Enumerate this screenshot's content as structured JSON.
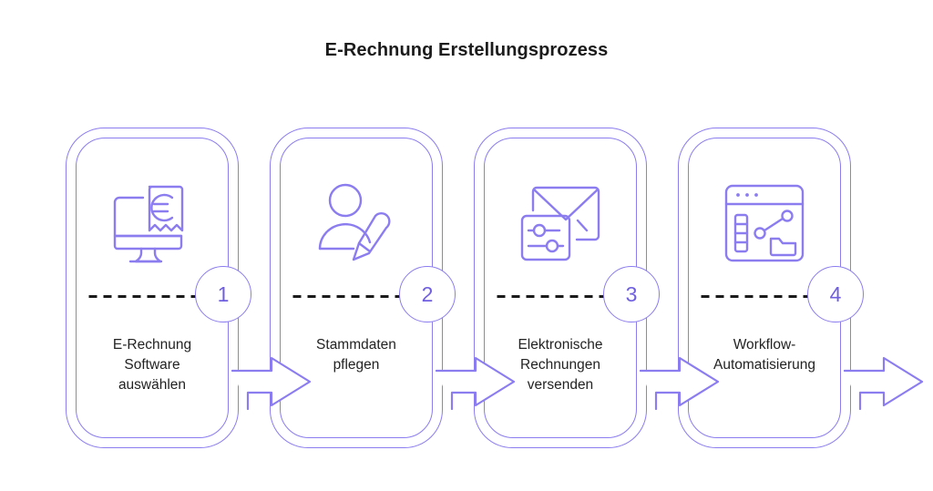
{
  "page": {
    "title": "E-Rechnung Erstellungsprozess",
    "background_color": "#ffffff",
    "accent_color": "#8b7cf0",
    "badge_text_color": "#6f5fe0",
    "label_text_color": "#232323",
    "divider_color": "#1b1b1b"
  },
  "steps": [
    {
      "number": "1",
      "label": "E-Rechnung\nSoftware\nauswählen",
      "icon": "monitor-euro-invoice-icon"
    },
    {
      "number": "2",
      "label": "Stammdaten\npflegen",
      "icon": "user-edit-pencil-icon"
    },
    {
      "number": "3",
      "label": "Elektronische\nRechnungen\nversenden",
      "icon": "envelope-settings-icon"
    },
    {
      "number": "4",
      "label": "Workflow-\nAutomatisierung",
      "icon": "browser-analytics-folder-icon"
    }
  ],
  "connectors": [
    {
      "name": "arrow-step-1-to-2",
      "direction": "right"
    },
    {
      "name": "arrow-step-2-to-3",
      "direction": "right"
    },
    {
      "name": "arrow-step-3-to-4",
      "direction": "right"
    },
    {
      "name": "arrow-step-4-out",
      "direction": "right"
    }
  ]
}
